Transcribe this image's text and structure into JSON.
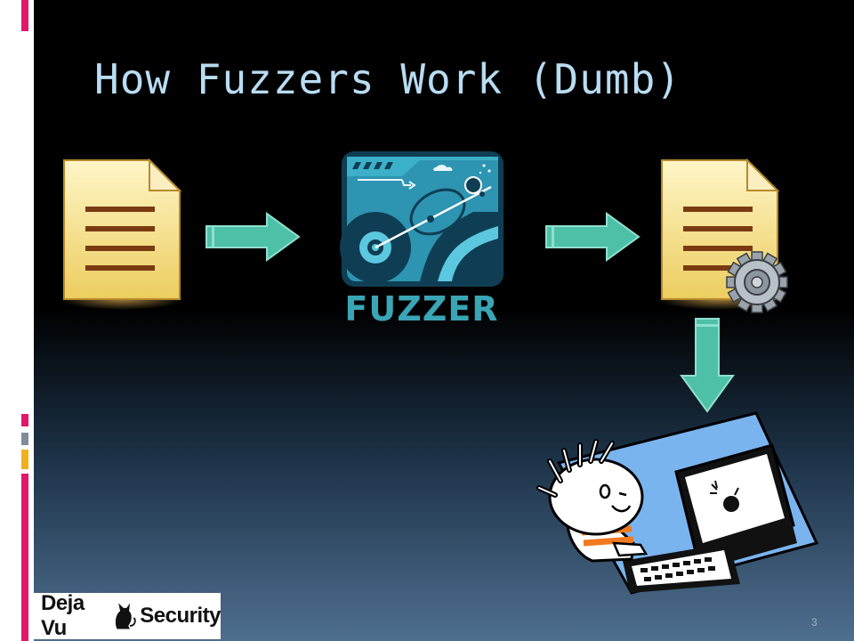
{
  "slide": {
    "title": "How Fuzzers Work (Dumb)",
    "page_number": "3"
  },
  "fuzzer": {
    "label": "FUZZER"
  },
  "logo": {
    "left_text": "Deja Vu",
    "right_text": "Security"
  },
  "icons": [
    "document-icon",
    "right-arrow-icon",
    "fuzzer-logo",
    "gear-icon",
    "down-arrow-icon",
    "crashed-computer-clipart"
  ],
  "colors": {
    "title": "#b9dcf2",
    "arrow": "#4fc0a8",
    "document": "#f7e08a",
    "fuzzer_label": "#3aa5b5",
    "left_bar_pink": "#e0176b",
    "left_bar_gold": "#f0b020",
    "left_bar_gray": "#7f8c99"
  }
}
